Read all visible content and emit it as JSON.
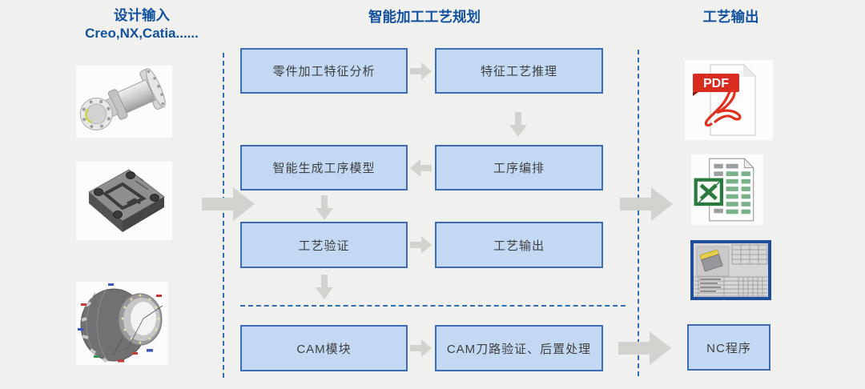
{
  "colors": {
    "background": "#f0f0ee",
    "heading_blue": "#12519e",
    "box_fill": "#c3d8f2",
    "box_border": "#3d6cb4",
    "box_text": "#3f3f3f",
    "arrow_gray": "#d2d2cf",
    "dashed_line_blue": "#2f6eb5",
    "pdf_red": "#d92b1f",
    "excel_green": "#2a7a3f",
    "process_card_border": "#1f4e9c"
  },
  "design_input": {
    "title": "设计输入",
    "subtitle": "Creo,NX,Catia......",
    "images": [
      {
        "name": "shaft-part-model"
      },
      {
        "name": "mold-block-model"
      },
      {
        "name": "casing-part-model"
      }
    ]
  },
  "planning": {
    "title": "智能加工工艺规划",
    "boxes": [
      {
        "label": "零件加工特征分析"
      },
      {
        "label": "特征工艺推理"
      },
      {
        "label": "智能生成工序模型"
      },
      {
        "label": "工序编排"
      },
      {
        "label": "工艺验证"
      },
      {
        "label": "工艺输出"
      },
      {
        "label": "CAM模块"
      },
      {
        "label": "CAM刀路验证、后置处理"
      }
    ]
  },
  "output": {
    "title": "工艺输出",
    "pdf_label": "PDF",
    "nc_label": "NC程序"
  }
}
